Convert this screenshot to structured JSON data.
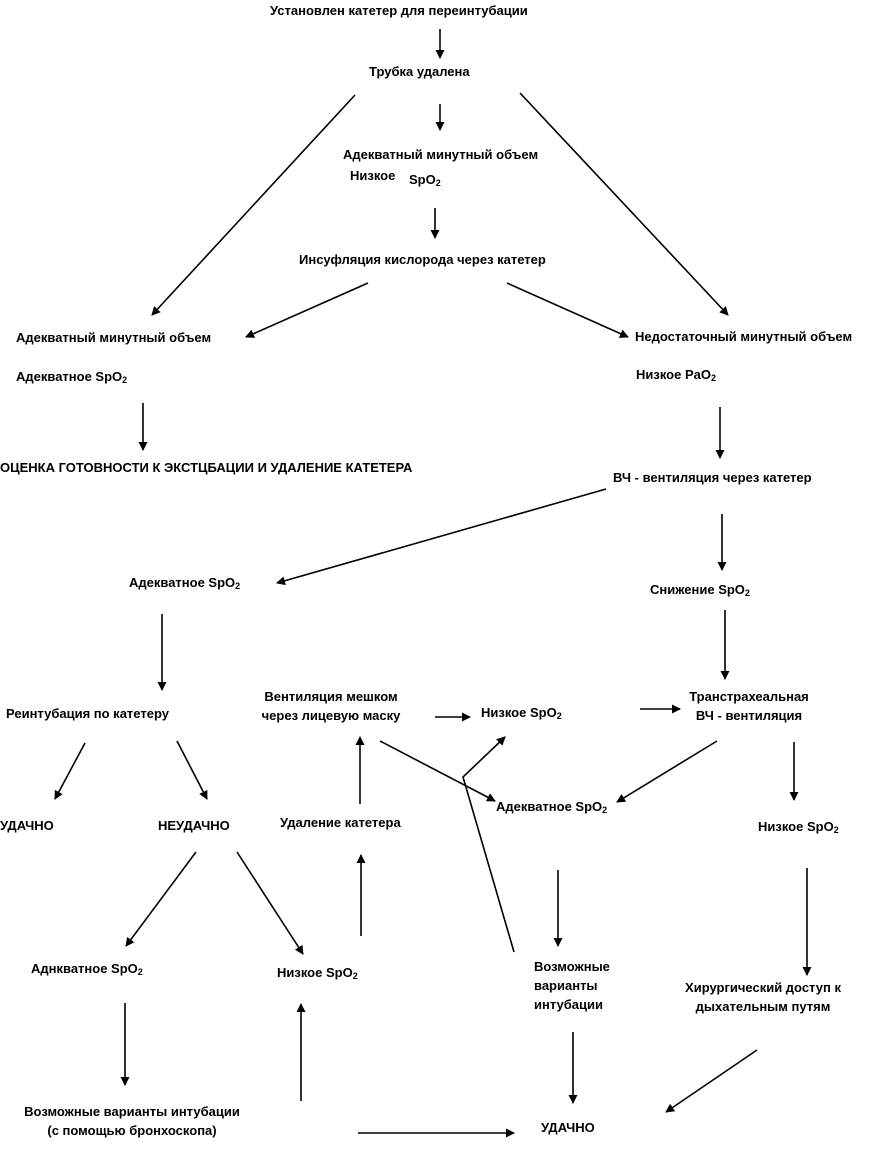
{
  "diagram": {
    "nodes": {
      "n_start": "Установлен катетер для переинтубации",
      "n_tube_removed": "Трубка удалена",
      "n_adequate_mv_1": "Адекватный минутный объем",
      "n_low_spo2_1": "Низкое",
      "n_low_spo2_1_b": "SpO",
      "n_insufflation": "Инсуфляция кислорода через катетер",
      "n_adequate_mv_2": "Адекватный минутный объем",
      "n_adequate_spo2_1": "Адекватное SpO",
      "n_insufficient_mv": "Недостаточный минутный объем",
      "n_low_pao2": "Низкое PaO",
      "n_readiness": "ОЦЕНКА ГОТОВНОСТИ К ЭКСТЦБАЦИИ И УДАЛЕНИЕ КАТЕТЕРА",
      "n_hf_vent": "ВЧ - вентиляция через катетер",
      "n_adequate_spo2_2": "Адекватное SpO",
      "n_spo2_decrease": "Снижение  SpO",
      "n_reintubation": "Реинтубация по катетеру",
      "n_bag_mask": "Вентиляция мешком\nчерез лицевую маску",
      "n_low_spo2_2": "Низкое SpO",
      "n_transtracheal": "Транстрахеальная\nВЧ - вентиляция",
      "n_success_1": "УДАЧНО",
      "n_fail": "НЕУДАЧНО",
      "n_catheter_removal": "Удаление катетера",
      "n_adequate_spo2_3": "Адекватное SpO",
      "n_low_spo2_3": "Низкое SpO",
      "n_adequate_spo2_4": "Аднкватное SpO",
      "n_low_spo2_4": "Низкое  SpO",
      "n_intubation_options_1": "Возможные\nварианты\nинтубации",
      "n_surgical": "Хирургический доступ к\nдыхательным путям",
      "n_intubation_options_2": "Возможные варианты интубации\n(с помощью бронхоскопа)",
      "n_success_2": "УДАЧНО"
    },
    "subscript": "2",
    "edges": [
      [
        "n_start",
        "n_tube_removed"
      ],
      [
        "n_tube_removed",
        "n_adequate_mv_1"
      ],
      [
        "n_tube_removed",
        "n_adequate_mv_2"
      ],
      [
        "n_tube_removed",
        "n_insufficient_mv"
      ],
      [
        "n_adequate_mv_1",
        "n_insufflation"
      ],
      [
        "n_insufflation",
        "n_adequate_mv_2"
      ],
      [
        "n_insufflation",
        "n_insufficient_mv"
      ],
      [
        "n_adequate_mv_2",
        "n_readiness"
      ],
      [
        "n_insufficient_mv",
        "n_hf_vent"
      ],
      [
        "n_hf_vent",
        "n_adequate_spo2_2"
      ],
      [
        "n_hf_vent",
        "n_spo2_decrease"
      ],
      [
        "n_adequate_spo2_2",
        "n_reintubation"
      ],
      [
        "n_spo2_decrease",
        "n_transtracheal"
      ],
      [
        "n_bag_mask",
        "n_low_spo2_2"
      ],
      [
        "n_low_spo2_2",
        "n_transtracheal"
      ],
      [
        "n_bag_mask",
        "n_adequate_spo2_3"
      ],
      [
        "n_transtracheal",
        "n_adequate_spo2_3"
      ],
      [
        "n_transtracheal",
        "n_low_spo2_3"
      ],
      [
        "n_reintubation",
        "n_success_1"
      ],
      [
        "n_reintubation",
        "n_fail"
      ],
      [
        "n_catheter_removal",
        "n_bag_mask"
      ],
      [
        "n_fail",
        "n_adequate_spo2_4"
      ],
      [
        "n_fail",
        "n_low_spo2_4"
      ],
      [
        "n_low_spo2_4",
        "n_catheter_removal"
      ],
      [
        "n_intubation_options_1",
        "n_low_spo2_2"
      ],
      [
        "n_adequate_spo2_3",
        "n_intubation_options_1"
      ],
      [
        "n_low_spo2_3",
        "n_surgical"
      ],
      [
        "n_adequate_spo2_4",
        "n_intubation_options_2"
      ],
      [
        "n_intubation_options_2",
        "n_low_spo2_4"
      ],
      [
        "n_intubation_options_2",
        "n_success_2"
      ],
      [
        "n_intubation_options_1",
        "n_success_2"
      ],
      [
        "n_surgical",
        "n_success_2"
      ]
    ]
  }
}
